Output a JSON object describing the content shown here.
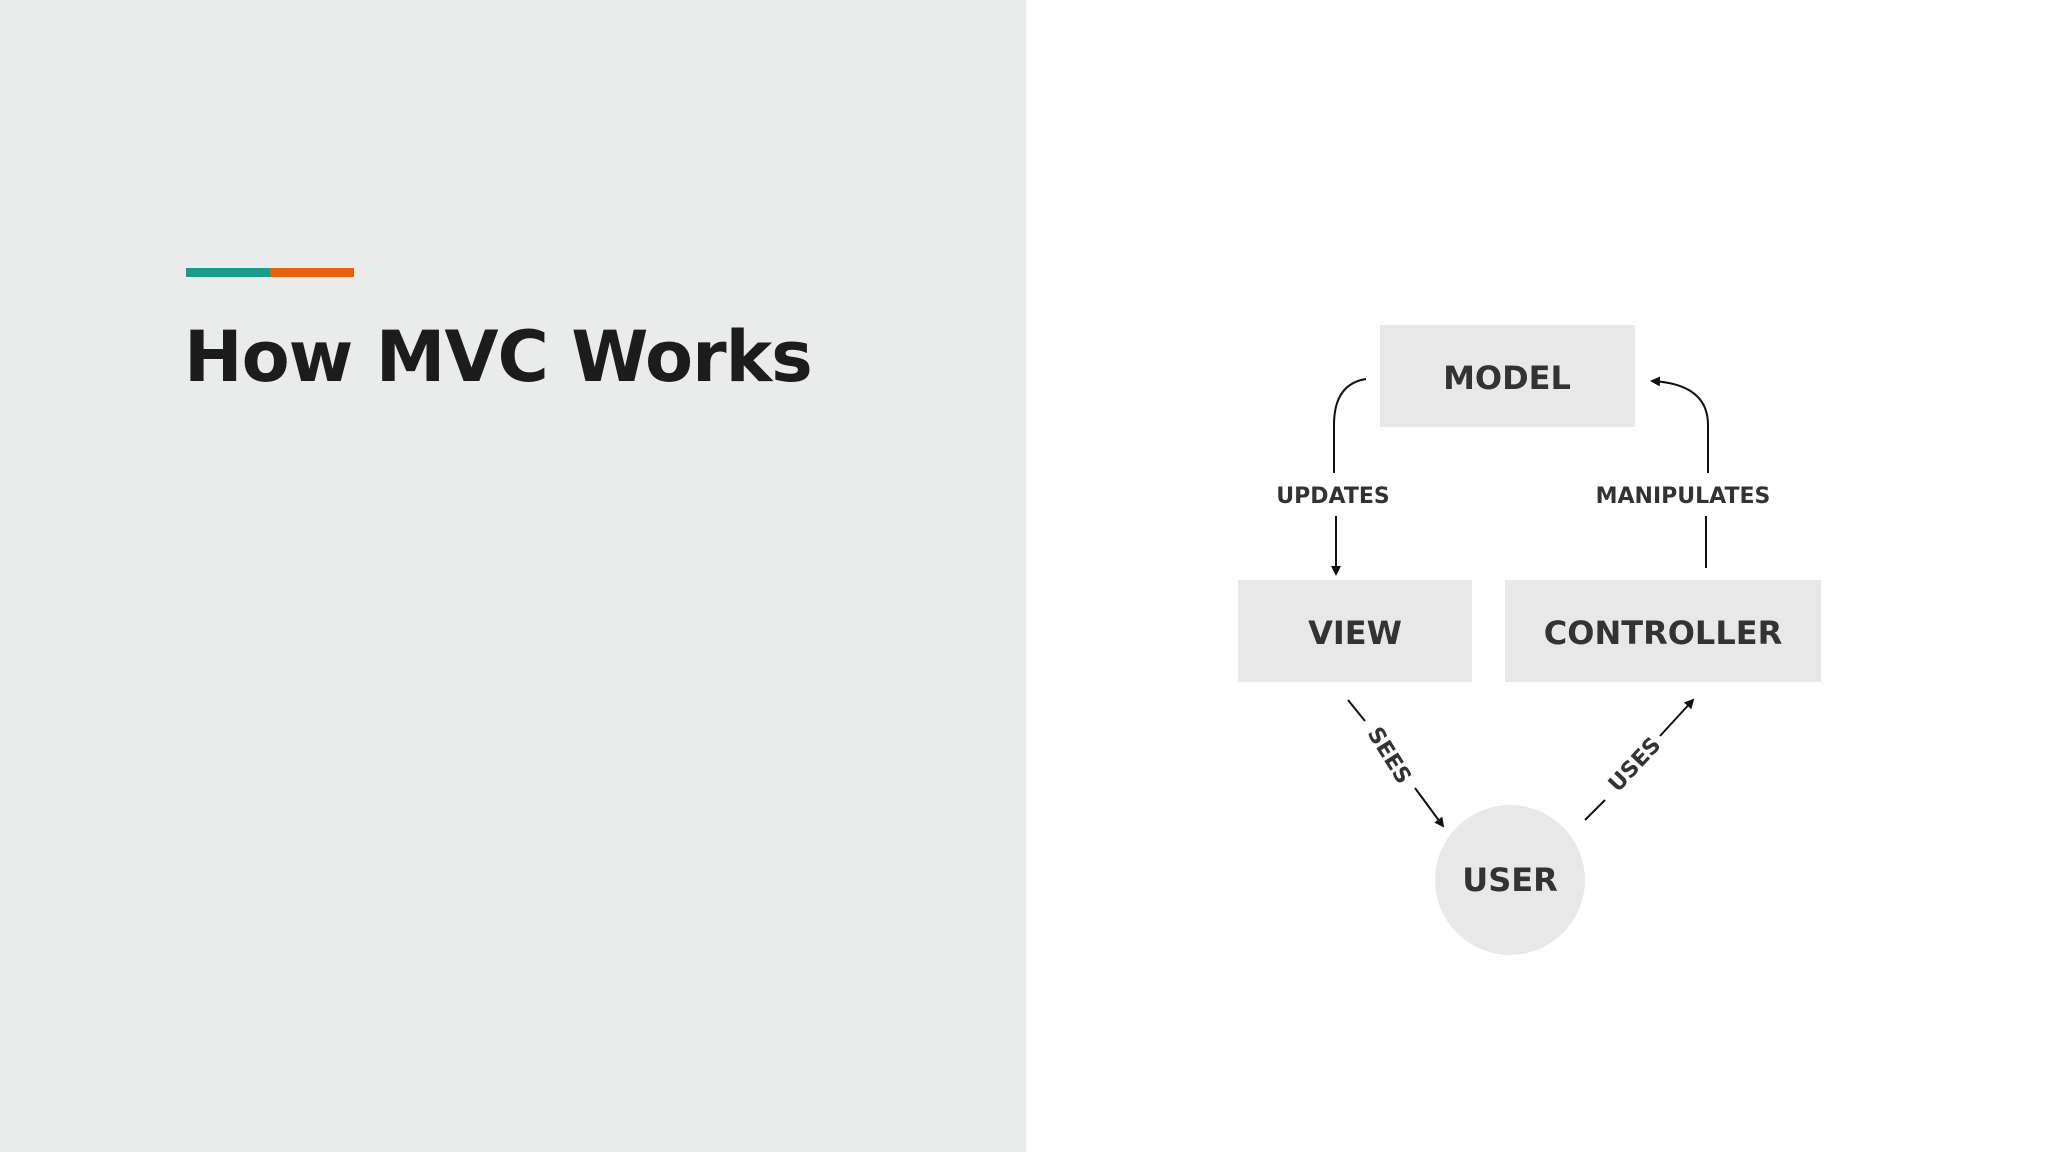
{
  "slide": {
    "title": "How MVC Works",
    "accent_colors": [
      "#1a9c8c",
      "#e8600e"
    ],
    "left_panel_color": "#eaecec",
    "background_color": "#ffffff"
  },
  "diagram": {
    "nodes": {
      "model": "MODEL",
      "view": "VIEW",
      "controller": "CONTROLLER",
      "user": "USER"
    },
    "edges": {
      "updates": "UPDATES",
      "manipulates": "MANIPULATES",
      "sees": "SEES",
      "uses": "USES"
    },
    "box_color": "#e8e8e8",
    "text_color": "#333333",
    "arrow_color": "#111111"
  }
}
